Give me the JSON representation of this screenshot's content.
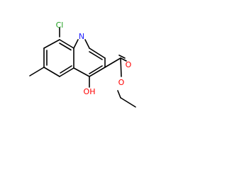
{
  "molecule": {
    "labels": {
      "chlorine": "Cl",
      "nitrogen": "N",
      "hydroxyl": "OH",
      "carbonyl_oxygen": "O",
      "ester_oxygen": "O"
    },
    "colors": {
      "chlorine": "#1fa01f",
      "nitrogen": "#2020ff",
      "oxygen": "#ff0000",
      "bond": "#000000",
      "background": "#ffffff"
    }
  }
}
